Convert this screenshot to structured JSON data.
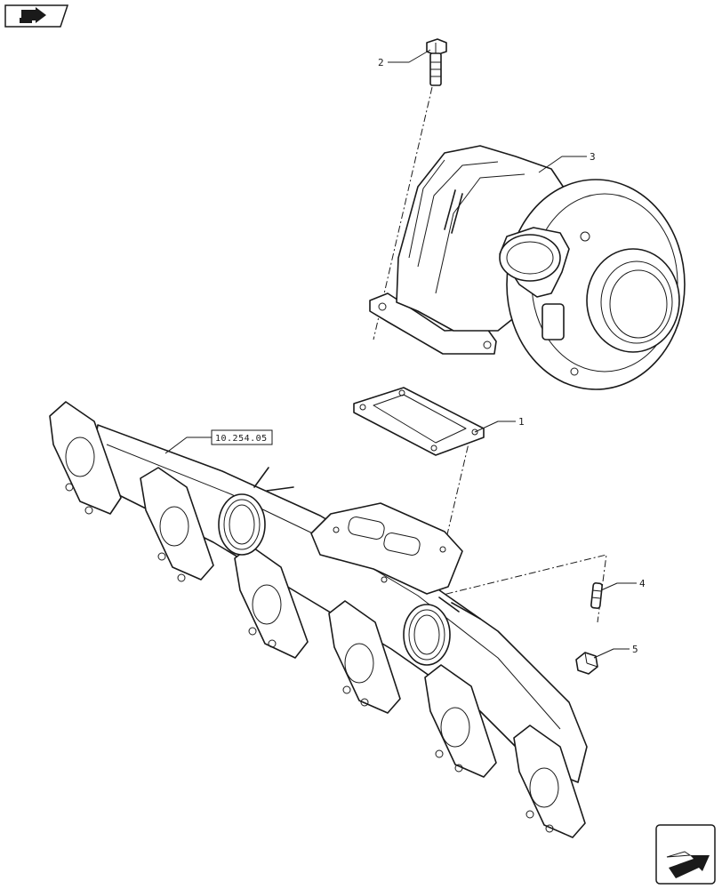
{
  "callouts": {
    "c1": "1",
    "c2": "2",
    "c3": "3",
    "c4": "4",
    "c5": "5"
  },
  "reference": "10.254.05",
  "icons": {
    "top_left": "book-arrow-icon",
    "bottom_right": "next-page-arrow-icon"
  }
}
